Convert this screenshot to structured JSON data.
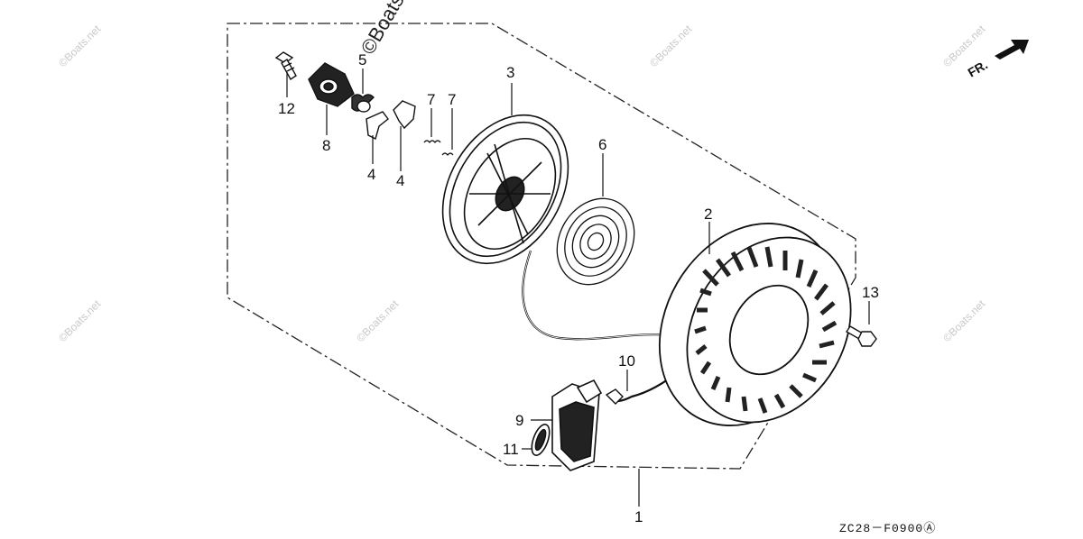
{
  "diagram": {
    "drawing_code": "ZC28－F0900Ⓐ",
    "direction_label": "FR.",
    "watermark": "©Boats.net",
    "parts": [
      {
        "ref": "1"
      },
      {
        "ref": "2"
      },
      {
        "ref": "3"
      },
      {
        "ref": "4"
      },
      {
        "ref": "4"
      },
      {
        "ref": "6"
      },
      {
        "ref": "7"
      },
      {
        "ref": "7"
      },
      {
        "ref": "8"
      },
      {
        "ref": "9"
      },
      {
        "ref": "10"
      },
      {
        "ref": "11"
      },
      {
        "ref": "12"
      },
      {
        "ref": "13"
      },
      {
        "ref": "5"
      }
    ]
  }
}
